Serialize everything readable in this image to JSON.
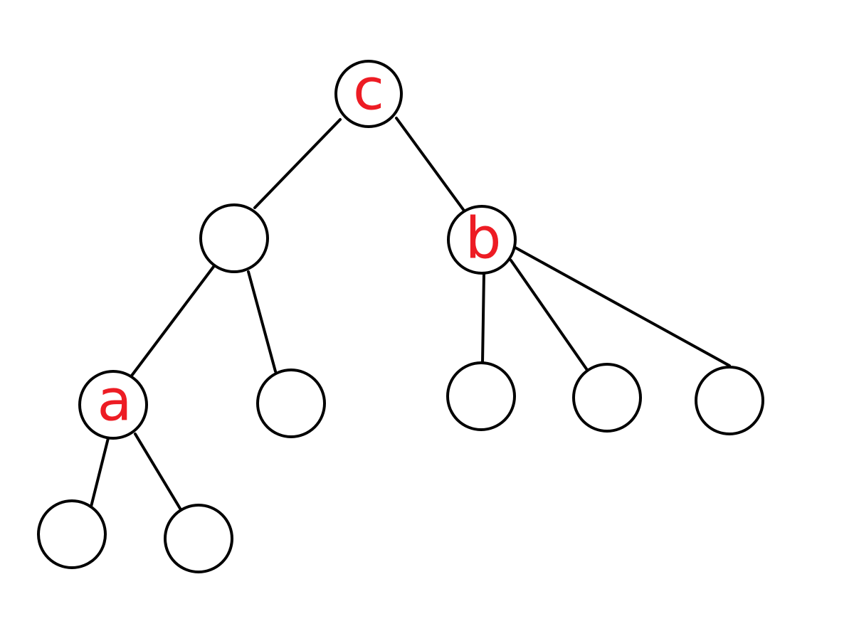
{
  "diagram": {
    "type": "tree",
    "label_color": "#ed1c24",
    "nodes": [
      {
        "id": "c",
        "label": "c"
      },
      {
        "id": "n1",
        "label": ""
      },
      {
        "id": "b",
        "label": "b"
      },
      {
        "id": "a",
        "label": "a"
      },
      {
        "id": "n2",
        "label": ""
      },
      {
        "id": "n3",
        "label": ""
      },
      {
        "id": "n4",
        "label": ""
      },
      {
        "id": "n5",
        "label": ""
      },
      {
        "id": "n6",
        "label": ""
      },
      {
        "id": "n7",
        "label": ""
      }
    ],
    "edges": [
      {
        "from": "c",
        "to": "n1"
      },
      {
        "from": "c",
        "to": "b"
      },
      {
        "from": "n1",
        "to": "a"
      },
      {
        "from": "n1",
        "to": "n2"
      },
      {
        "from": "a",
        "to": "n6"
      },
      {
        "from": "a",
        "to": "n7"
      },
      {
        "from": "b",
        "to": "n3"
      },
      {
        "from": "b",
        "to": "n4"
      },
      {
        "from": "b",
        "to": "n5"
      }
    ]
  }
}
